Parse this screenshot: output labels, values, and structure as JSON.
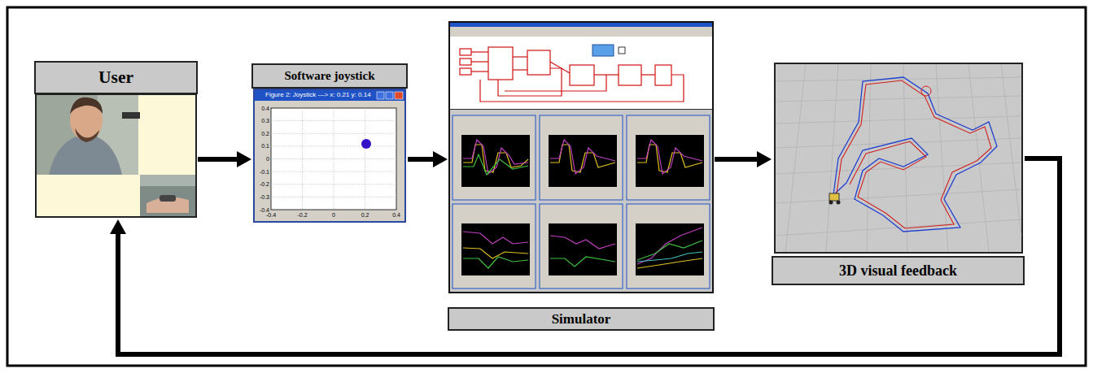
{
  "diagram": {
    "nodes": [
      {
        "text": [
          "User"
        ]
      },
      {
        "text": [
          "Software joystick"
        ]
      },
      {
        "text": [
          "Simulator"
        ]
      },
      {
        "text": [
          "3D visual feedback"
        ]
      }
    ],
    "edges": [
      {
        "from": 0,
        "to": 1,
        "arrow": "to"
      },
      {
        "from": 1,
        "to": 2,
        "arrow": "to"
      },
      {
        "from": 2,
        "to": 3,
        "arrow": "to"
      },
      {
        "from": 3,
        "to": 0,
        "arrow": "to"
      }
    ],
    "labels": [
      "Figure 2: Joystick ---> x: 0.21 y: 0.14",
      "0.4",
      "0.3",
      "0.2",
      "0.1",
      "0",
      "-0.1",
      "-0.2",
      "-0.3",
      "-0.4",
      "-0.4",
      "-0.2",
      "0",
      "0.2",
      "0.4"
    ]
  }
}
